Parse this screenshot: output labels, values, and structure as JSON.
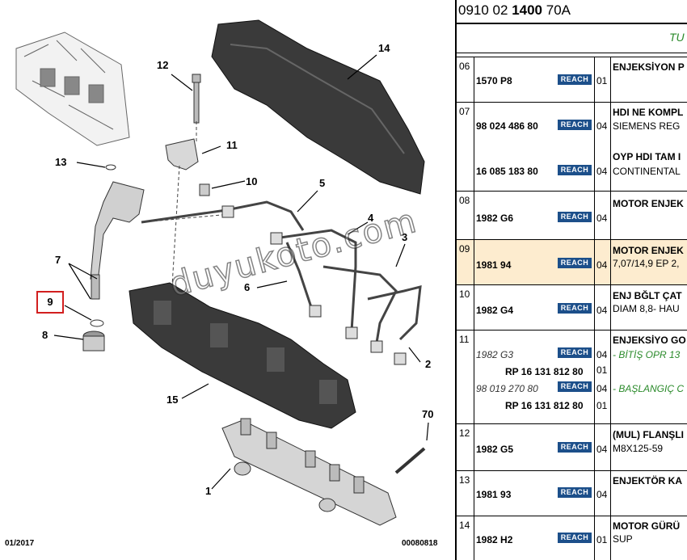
{
  "diagram": {
    "callouts": [
      {
        "label": "12"
      },
      {
        "label": "14"
      },
      {
        "label": "11"
      },
      {
        "label": "13"
      },
      {
        "label": "10"
      },
      {
        "label": "5"
      },
      {
        "label": "4"
      },
      {
        "label": "3"
      },
      {
        "label": "7"
      },
      {
        "label": "6"
      },
      {
        "label": "9"
      },
      {
        "label": "8"
      },
      {
        "label": "2"
      },
      {
        "label": "15"
      },
      {
        "label": "70"
      },
      {
        "label": "1"
      }
    ],
    "footer_date": "01/2017",
    "footer_code": "00080818",
    "watermark": "duyukoto.com",
    "highlight_color": "#d21f1f"
  },
  "table": {
    "reference": {
      "prefix": "0910 02 ",
      "bold": "1400",
      "suffix": " 70A"
    },
    "title": "TU",
    "title_color": "#2a8a2a",
    "reach_color": "#1c4f8a",
    "highlight_row_color": "#fdeccf",
    "rows": [
      {
        "group": "06",
        "entries": [
          {
            "part": "1570 P8",
            "reach": "REACH",
            "qty": "01",
            "desc": "ENJEKSİYON P"
          }
        ]
      },
      {
        "group": "07",
        "entries": [
          {
            "part": "98 024 486 80",
            "reach": "REACH",
            "qty": "04",
            "desc": "HDI NE KOMPL",
            "desc2": "SIEMENS REG"
          },
          {
            "part": "16 085 183 80",
            "reach": "REACH",
            "qty": "04",
            "desc": "OYP HDI TAM I",
            "desc2": "CONTINENTAL"
          }
        ]
      },
      {
        "group": "08",
        "entries": [
          {
            "part": "1982 G6",
            "reach": "REACH",
            "qty": "04",
            "desc": "MOTOR ENJEK"
          }
        ]
      },
      {
        "group": "09",
        "entries": [
          {
            "part": "1981 94",
            "reach": "REACH",
            "qty": "04",
            "desc": "MOTOR ENJEK",
            "desc2": "7,07/14,9 EP 2,"
          }
        ]
      },
      {
        "group": "10",
        "entries": [
          {
            "part": "1982 G4",
            "reach": "REACH",
            "qty": "04",
            "desc": "ENJ BĞLT ÇAT",
            "desc2": "DIAM 8,8- HAU"
          }
        ]
      },
      {
        "group": "11",
        "entries": [
          {
            "part": "1982 G3",
            "reach": "REACH",
            "qty": "04",
            "desc": "ENJEKSİYO GO",
            "desc2": "- BİTİŞ OPR 13"
          },
          {
            "part": "RP 16 131 812 80",
            "qty": "01"
          },
          {
            "part": "98 019 270 80",
            "reach": "REACH",
            "qty": "04",
            "desc2": "- BAŞLANGIÇ C"
          },
          {
            "part": "RP 16 131 812 80",
            "qty": "01"
          }
        ]
      },
      {
        "group": "12",
        "entries": [
          {
            "part": "1982 G5",
            "reach": "REACH",
            "qty": "04",
            "desc": "(MUL) FLANŞLI",
            "desc2": "M8X125-59"
          }
        ]
      },
      {
        "group": "13",
        "entries": [
          {
            "part": "1981 93",
            "reach": "REACH",
            "qty": "04",
            "desc": "ENJEKTÖR KA"
          }
        ]
      },
      {
        "group": "14",
        "entries": [
          {
            "part": "1982 H2",
            "reach": "REACH",
            "qty": "01",
            "desc": "MOTOR GÜRÜ",
            "desc2": "SUP"
          }
        ]
      }
    ]
  }
}
